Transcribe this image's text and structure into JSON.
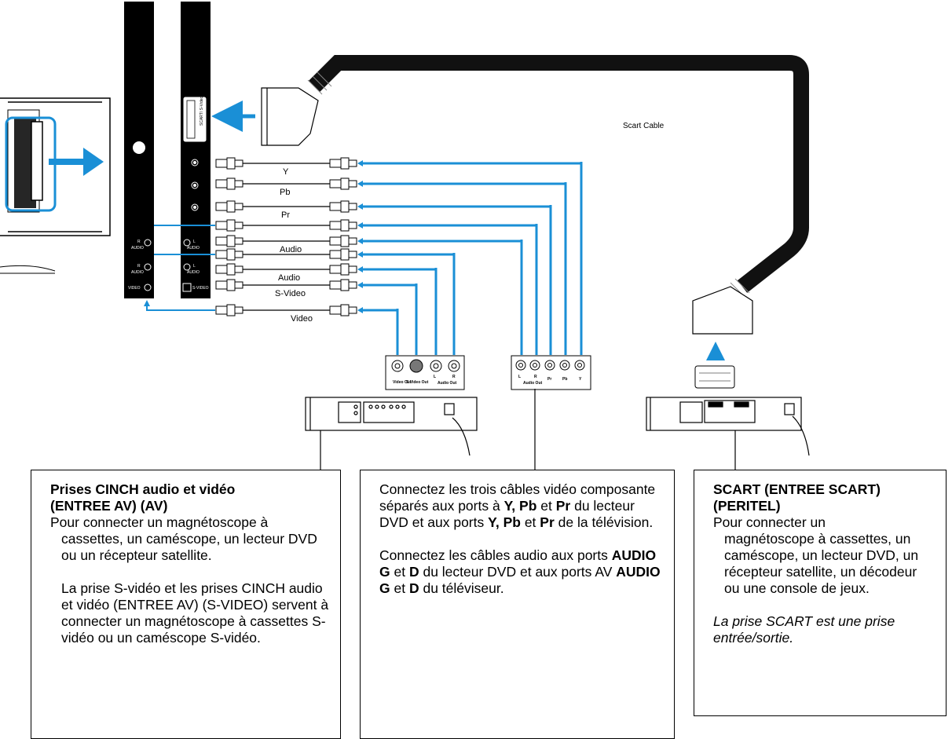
{
  "diagram": {
    "cables": {
      "scart": "Scart Cable",
      "y": "Y",
      "pb": "Pb",
      "pr": "Pr",
      "audio_1": "Audio",
      "audio_2": "Audio",
      "svideo": "S-Video",
      "video": "Video"
    },
    "tv_panel_labels": {
      "scart_svideo": "SCART/ S-Video",
      "r_audio_1": "R",
      "audio_1": "AUDIO",
      "r_audio_2": "R",
      "audio_2": "AUDIO",
      "video": "VIDEO",
      "l_audio_1": "L",
      "l_audio_1b": "AUDIO",
      "l_audio_2": "L",
      "l_audio_2b": "AUDIO",
      "svideo": "S-VIDEO"
    },
    "device_a_labels": {
      "video_out": "Video Out",
      "svideo_out": "S Video Out",
      "l": "L",
      "r": "R",
      "audio_out": "Audio Out"
    },
    "device_b_labels": {
      "l": "L",
      "r": "R",
      "audio_out": "Audio Out",
      "pr": "Pr",
      "pb": "Pb",
      "y": "Y"
    }
  },
  "callouts": {
    "left": {
      "title_1": "Prises CINCH audio et vidéo",
      "title_2": "(ENTREE AV) (AV)",
      "p1": "Pour connecter un magnétoscope à",
      "p1_rest": "cassettes, un caméscope, un lecteur DVD ou un récepteur satellite.",
      "p2": "La prise S-vidéo et les prises CINCH audio et vidéo (ENTREE AV) (S-VIDEO) servent à connecter un magnétoscope à cassettes S-vidéo ou un caméscope S-vidéo."
    },
    "middle": {
      "p1_a": "Connectez les trois câbles vidéo composante séparés aux ports à ",
      "p1_y": "Y,",
      "p1_b": " ",
      "p1_pb": "Pb",
      "p1_c": " et ",
      "p1_pr": "Pr",
      "p1_d": " du lecteur DVD et aux ports ",
      "p1_y2": "Y, Pb",
      "p1_e": " et ",
      "p1_pr2": "Pr",
      "p1_f": " de la télévision.",
      "p2_a": "Connectez les câbles audio aux ports ",
      "p2_ag": "AUDIO G",
      "p2_b": " et ",
      "p2_d": "D",
      "p2_c": " du lecteur DVD et aux ports AV ",
      "p2_ag2": "AUDIO G",
      "p2_e": " et ",
      "p2_d2": "D",
      "p2_f": " du téléviseur."
    },
    "right": {
      "title_1": "SCART (ENTREE SCART)",
      "title_2": "(PERITEL)",
      "p1_first": "Pour connecter un",
      "p1_rest": "magnétoscope à cassettes, un caméscope, un lecteur DVD, un récepteur satellite, un décodeur ou une console de jeux.",
      "p2": "La prise SCART est une prise entrée/sortie."
    }
  },
  "colors": {
    "accent_blue": "#1a8fd6",
    "line": "#000000",
    "cable": "#111111"
  }
}
